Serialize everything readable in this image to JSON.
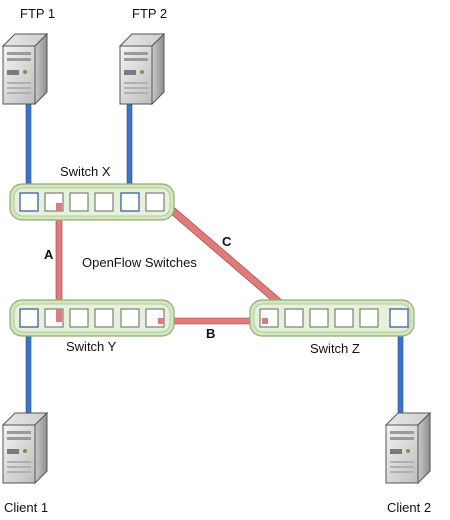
{
  "diagram": {
    "servers": {
      "ftp1": "FTP 1",
      "ftp2": "FTP 2",
      "client1": "Client 1",
      "client2": "Client 2"
    },
    "switches": {
      "x": "Switch X",
      "y": "Switch Y",
      "z": "Switch Z"
    },
    "group_label": "OpenFlow Switches",
    "links": {
      "a": "A",
      "b": "B",
      "c": "C"
    },
    "colors": {
      "server_link": "#3f73c4",
      "switch_link": "#e07b7b",
      "switch_body": "#d4e6bf",
      "port_fill": "#ffffff",
      "port_highlight_border": "#4a6aa8"
    }
  }
}
